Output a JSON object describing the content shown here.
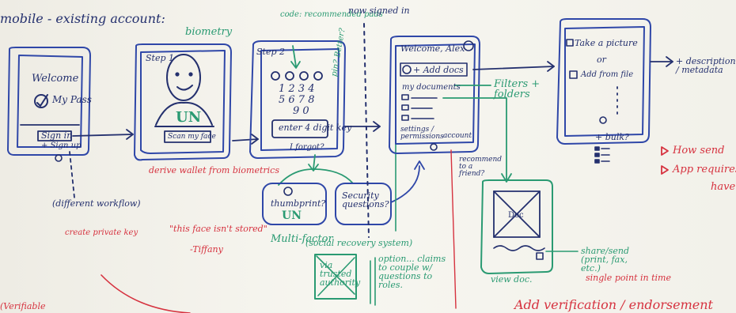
{
  "board": {
    "title": "mobile - existing account:",
    "colors": {
      "blue_marker": "#2f47a8",
      "green_marker": "#2a9a72",
      "red_marker": "#d6323f",
      "whiteboard": "#f3f1ea"
    }
  },
  "screen1": {
    "welcome": "Welcome",
    "brand": "My Pass",
    "sign_in": "Sign in",
    "sign_up": "+ Sign up"
  },
  "screen1_notes": {
    "different_workflow": "(different workflow)",
    "create_private_key": "create private key"
  },
  "screen2": {
    "annotation": "biometry",
    "step": "Step 1",
    "face_label": "UN",
    "scan_button": "Scan my face"
  },
  "screen2_notes": {
    "derive_wallet": "derive wallet from biometrics",
    "quote": "\"this face isn't stored\"",
    "author": "-Tiffany"
  },
  "screen3": {
    "annotation": "code: recommended pads",
    "step": "Step 2",
    "keypad_rows": [
      "1 2 3 4",
      "5 6 7 8",
      "9 0"
    ],
    "enter_key": "enter 4 digit key",
    "forgot": "I forgot?",
    "side_note": "pin? Better?"
  },
  "fallback": {
    "thumbprint": "thumbprint?",
    "thumb_un": "UN",
    "security_questions": "Security questions?",
    "multi_factor": "Multi-factor",
    "social_recovery": "(social recovery system)",
    "via_trusted": "via trusted authority",
    "option_claims": "option... claims to couple w/ questions to roles."
  },
  "divider": {
    "now_signed_in": "now signed in"
  },
  "screen4": {
    "greeting": "Welcome, Alex",
    "add_docs": "+ Add docs",
    "my_documents": "my documents",
    "settings": "settings / permissions",
    "account": "account",
    "filters": "Filters + folders",
    "recommend": "recommend to a friend?"
  },
  "screen5": {
    "take_picture": "Take a picture",
    "or": "or",
    "add_from_file": "Add from file",
    "bulk": "+ bulk?",
    "description": "+ description / metadata"
  },
  "doc_viewer": {
    "doc_label": "Doc",
    "view_doc": "view doc.",
    "share_send": "share/send (print, fax, etc.)",
    "single_point": "single point in time"
  },
  "red_notes": {
    "how_send": "How send",
    "app_requires": "App requires",
    "have": "have",
    "add_verification": "Add verification / endorsement",
    "bottom_left": "(Verifiable"
  }
}
